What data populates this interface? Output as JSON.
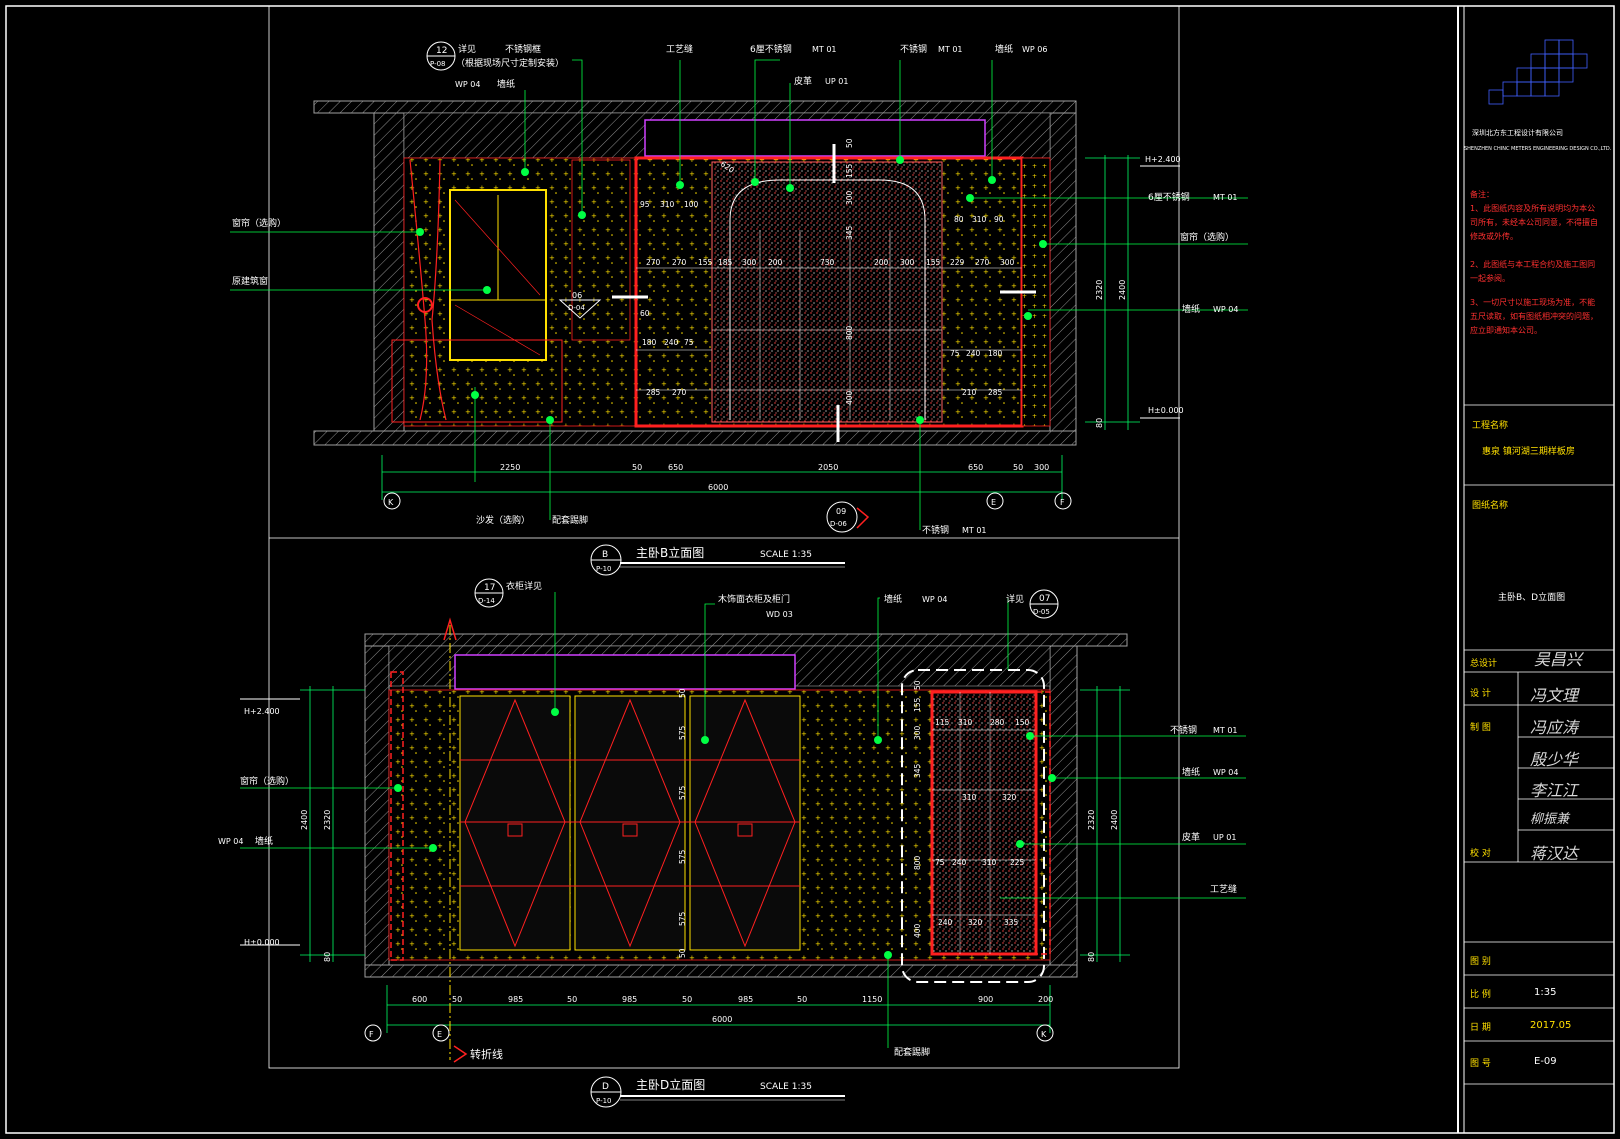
{
  "colors": {
    "frame": "#ffffff",
    "dim": "#00ff66",
    "wall": "#a0a0a0",
    "accent": "#ff2020",
    "magenta": "#d040ff",
    "pattern": "#ffe000",
    "leader": "#00ff44",
    "title_yellow": "#ffe000"
  },
  "elevation_b": {
    "title": "主卧B立面图",
    "scale": "SCALE  1:35",
    "ref_letter": "B",
    "ref_sheet": "P-10",
    "callouts_top": [
      {
        "tag": "12",
        "sheet": "P-08",
        "text": "详见"
      },
      {
        "text": "（根据现场尺寸定制安装）"
      },
      {
        "text": "不锈钢框"
      },
      {
        "text": "WP 04"
      },
      {
        "text": "墙纸"
      },
      {
        "text": "工艺缝"
      },
      {
        "text": "6厘不锈钢"
      },
      {
        "text": "MT 01"
      },
      {
        "text": "皮革"
      },
      {
        "text": "UP 01"
      },
      {
        "text": "不锈钢"
      },
      {
        "text": "MT 01"
      },
      {
        "text": "墙纸"
      },
      {
        "text": "WP 06"
      }
    ],
    "callouts_left": [
      "窗帘（选购）",
      "原建筑窗"
    ],
    "callouts_right": [
      "6厘不锈钢",
      "MT 01",
      "窗帘（选购）",
      "墙纸",
      "WP 04"
    ],
    "callouts_bottom": [
      "沙发（选购）",
      "配套踢脚",
      "不锈钢",
      "MT 01"
    ],
    "section_tag": {
      "num": "06",
      "sheet": "D-04"
    },
    "section_tag2": {
      "num": "09",
      "sheet": "D-06"
    },
    "levels": [
      "H+2.400",
      "H±0.000"
    ],
    "dims_bottom": [
      "2250",
      "50",
      "650",
      "2050",
      "650",
      "50",
      "300"
    ],
    "dim_total": "6000",
    "dims_right": [
      "2320",
      "2400",
      "80"
    ],
    "grid_axes": [
      "K",
      "E",
      "F"
    ],
    "panel_dims_row1": [
      "270",
      "270",
      "155",
      "185",
      "300",
      "200",
      "730",
      "200",
      "300",
      "155",
      "229",
      "270",
      "300"
    ],
    "panel_dims_misc": [
      "95",
      "310",
      "100",
      "80",
      "310",
      "90",
      "180",
      "240",
      "75",
      "75",
      "240",
      "180",
      "285",
      "270",
      "210",
      "285",
      "155",
      "300",
      "345",
      "800",
      "400",
      "620",
      "60",
      "50"
    ]
  },
  "elevation_d": {
    "title": "主卧D立面图",
    "scale": "SCALE  1:35",
    "ref_letter": "D",
    "ref_sheet": "P-10",
    "callouts_top": [
      {
        "tag": "17",
        "sheet": "D-14",
        "text": "衣柜详见"
      },
      {
        "text": "木饰面衣柜及柜门"
      },
      {
        "text": "WD 03"
      },
      {
        "text": "墙纸"
      },
      {
        "text": "WP 04"
      },
      {
        "text": "详见"
      },
      {
        "tag": "07",
        "sheet": "D-05"
      }
    ],
    "callouts_left": [
      "H+2.400",
      "窗帘（选购）",
      "WP 04",
      "墙纸",
      "H±0.000"
    ],
    "callouts_right": [
      "不锈钢",
      "MT 01",
      "墙纸",
      "WP 04",
      "皮革",
      "UP 01",
      "工艺缝"
    ],
    "callouts_bottom": [
      "配套踢脚",
      "转折线"
    ],
    "dims_bottom": [
      "600",
      "50",
      "985",
      "50",
      "985",
      "50",
      "985",
      "50",
      "1150",
      "900",
      "200"
    ],
    "dim_total": "6000",
    "dims_left": [
      "2400",
      "2320",
      "80"
    ],
    "dims_right": [
      "2320",
      "2400",
      "80"
    ],
    "grid_axes": [
      "F",
      "E",
      "K"
    ],
    "cabinet_dims": [
      "575",
      "575",
      "575",
      "575",
      "50",
      "50"
    ],
    "panel_dims": [
      "115",
      "310",
      "280",
      "150",
      "155",
      "300",
      "345",
      "310",
      "320",
      "75",
      "240",
      "310",
      "225",
      "800",
      "400",
      "240",
      "320",
      "335",
      "50"
    ]
  },
  "title_block": {
    "company_cn": "深圳北方东工程设计有限公司",
    "company_en": "SHENZHEN CHINC METERS ENGINEERING DESIGN CO.,LTD.",
    "notes_title": "备注：",
    "notes": [
      "1、此图纸内容及所有说明均为本公司所有，未经本公司同意，不得擅自修改或外传。",
      "2、此图纸与本工程合约及施工图同一起参阅。",
      "3、一切尺寸以施工现场为准，不能五尺读取，如有图纸相冲突的问题，应立即通知本公司。"
    ],
    "project_label": "工程名称",
    "project_name": "惠泉 镇河湖三期样板房",
    "drawing_label": "图纸名称",
    "drawing_name": "主卧B、D立面图",
    "rows": [
      {
        "label": "总设计",
        "value": "吴昌兴"
      },
      {
        "label": "设 计",
        "value": "冯文理"
      },
      {
        "label": "制 图",
        "value": "冯应涛"
      },
      {
        "label": "",
        "value": "殷少华"
      },
      {
        "label": "",
        "value": "李江江"
      },
      {
        "label": "",
        "value": "柳振兼"
      },
      {
        "label": "校 对",
        "value": "蒋汉达"
      }
    ],
    "fields": [
      {
        "label": "图 别",
        "value": ""
      },
      {
        "label": "比 例",
        "value": "1:35"
      },
      {
        "label": "日 期",
        "value": "2017.05"
      },
      {
        "label": "图 号",
        "value": "E-09"
      }
    ]
  }
}
